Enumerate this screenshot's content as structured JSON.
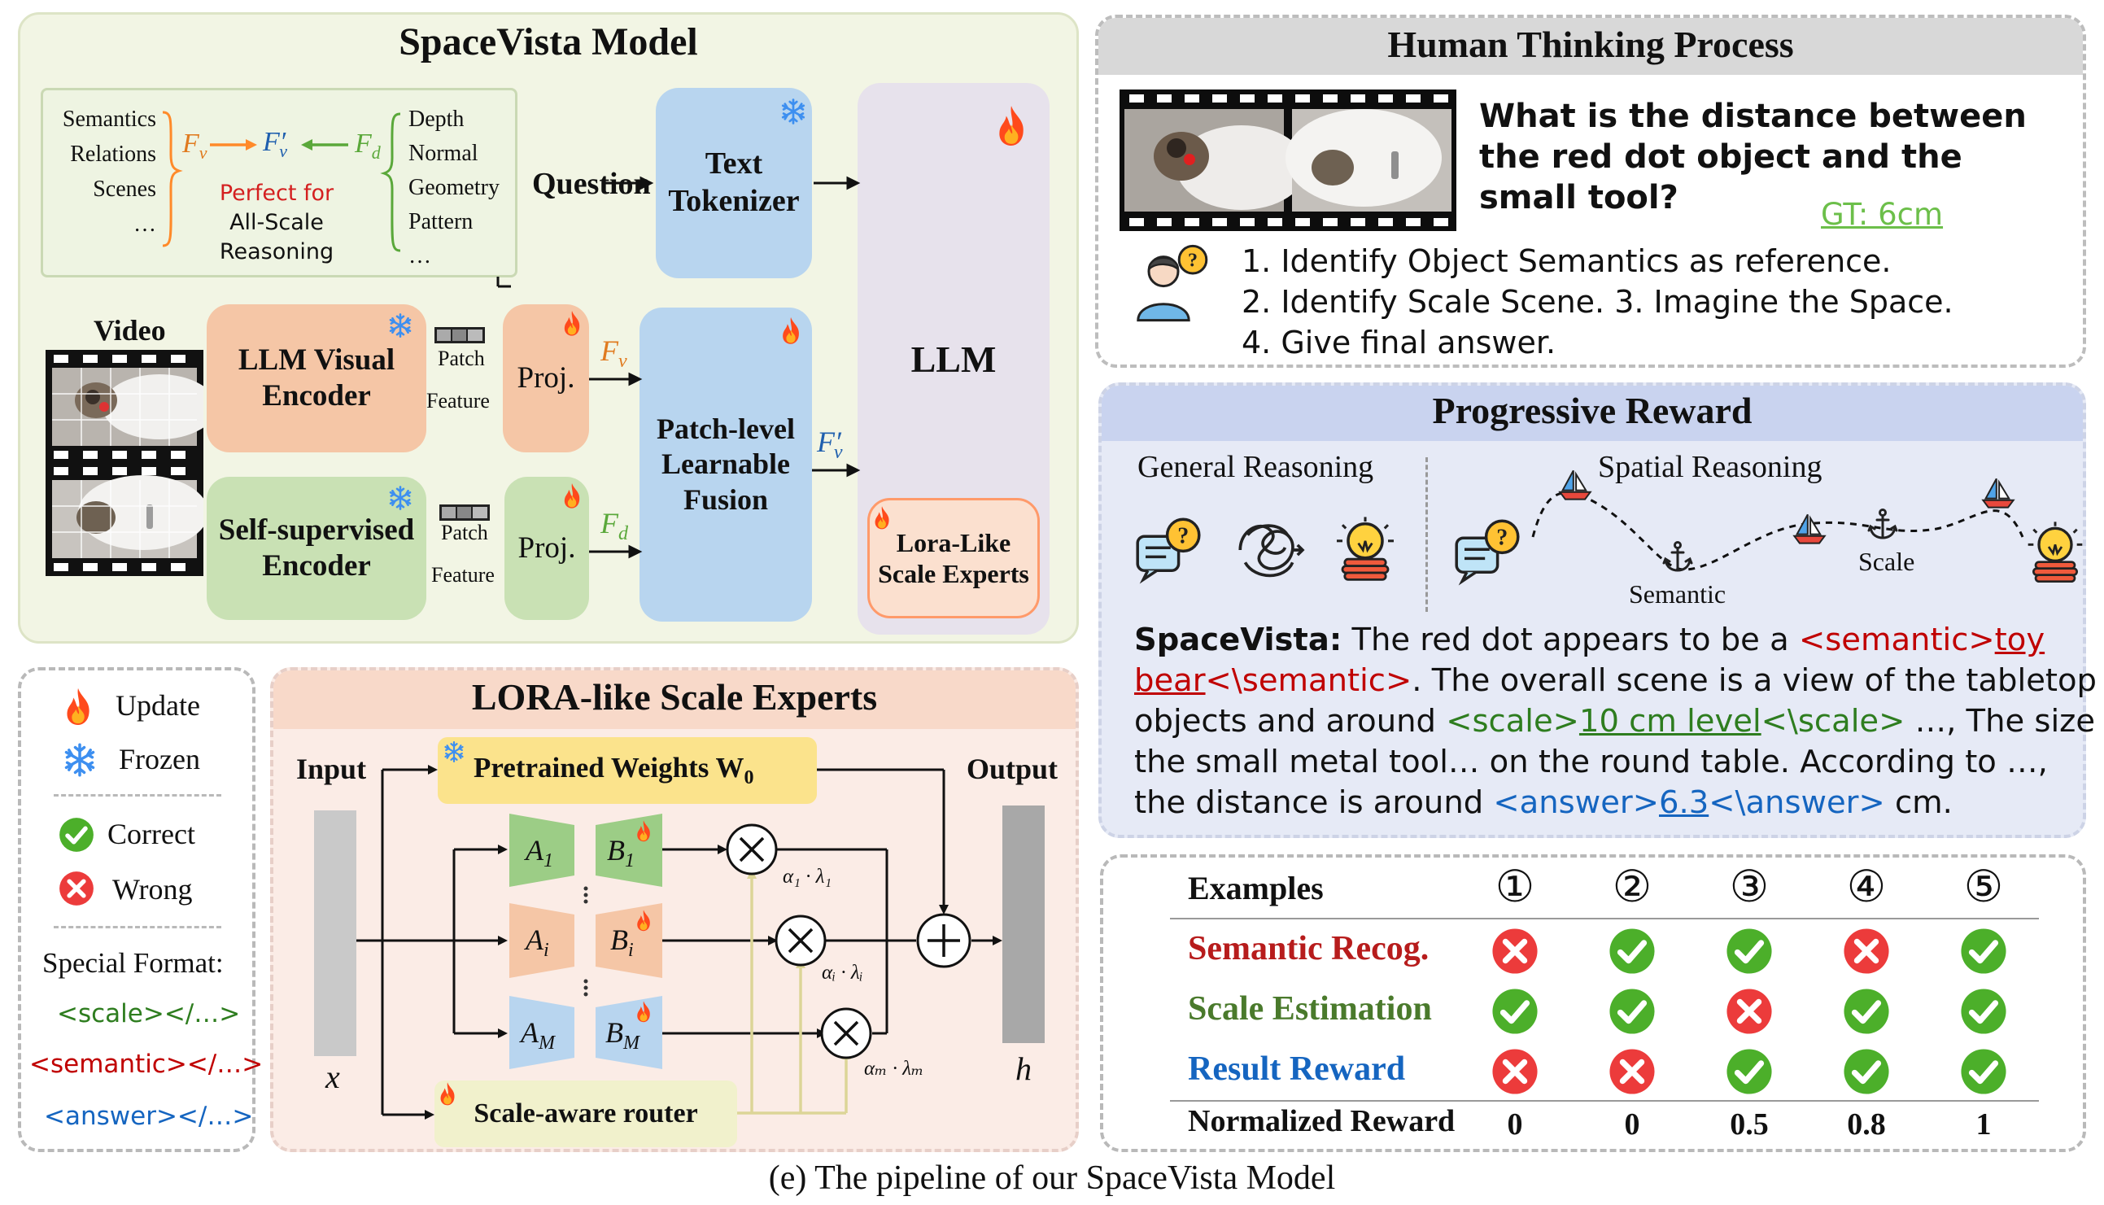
{
  "model_panel": {
    "title": "SpaceVista Model",
    "semantic_labels": [
      "Semantics",
      "Relations",
      "Scenes",
      "…"
    ],
    "depth_labels": [
      "Depth",
      "Normal",
      "Geometry",
      "Pattern",
      "…"
    ],
    "fv": "F",
    "fv_sub": "v",
    "fvp_sub": "v",
    "fd_sub": "d",
    "perfect_line1": "Perfect for",
    "perfect_line2": "All-Scale",
    "perfect_line3": "Reasoning",
    "question": "Question",
    "text_tokenizer": "Text Tokenizer",
    "video": "Video",
    "llm_visual_encoder": "LLM Visual Encoder",
    "self_supervised_encoder": "Self-supervised Encoder",
    "patch": "Patch",
    "feature": "Feature",
    "proj": "Proj.",
    "fusion": "Patch-level Learnable Fusion",
    "llm": "LLM",
    "lora_experts": "Lora-Like Scale Experts"
  },
  "legend": {
    "update": "Update",
    "frozen": "Frozen",
    "correct": "Correct",
    "wrong": "Wrong",
    "special_format": "Special Format:",
    "scale_tag": "<scale></…>",
    "semantic_tag": "<semantic></…>",
    "answer_tag": "<answer></…>",
    "colors": {
      "scale": "#2e7d1f",
      "semantic": "#c00000",
      "answer": "#1565c0"
    }
  },
  "lora_panel": {
    "title": "LORA-like Scale Experts",
    "input": "Input",
    "output": "Output",
    "x": "x",
    "h": "h",
    "pretrained": "Pretrained Weights W",
    "pretrained_sub": "0",
    "router": "Scale-aware router",
    "a1": "A",
    "a1_sub": "1",
    "b1": "B",
    "b1_sub": "1",
    "ai": "A",
    "ai_sub": "i",
    "bi": "B",
    "bi_sub": "i",
    "am": "A",
    "am_sub": "M",
    "bm": "B",
    "bm_sub": "M",
    "alpha1": "α",
    "alpha1_text": "1 · λ",
    "coef1": "α₁ · λ₁",
    "coefi": "αᵢ · λᵢ",
    "coefm": "αₘ · λₘ"
  },
  "human_panel": {
    "title": "Human Thinking Process",
    "question": [
      "What is the distance between",
      "the red dot object and the",
      "small tool?"
    ],
    "gt": "GT: 6cm",
    "steps": [
      "1. Identify Object Semantics as reference.",
      "2. Identify Scale Scene. 3. Imagine the Space.",
      "4. Give final answer."
    ]
  },
  "reward_panel": {
    "title": "Progressive Reward",
    "general": "General Reasoning",
    "spatial": "Spatial Reasoning",
    "semantic": "Semantic",
    "scale": "Scale",
    "answer_lines": {
      "l1_a": "SpaceVista:",
      "l1_b": " The red dot appears to be a ",
      "l1_c": "<semantic>",
      "l1_d": "toy",
      "l2_a": "bear",
      "l2_b": "<\\semantic>",
      "l2_c": ". The overall scene is a view of the tabletop",
      "l3_a": "objects and around ",
      "l3_b": "<scale>",
      "l3_c": "10 cm level",
      "l3_d": "<\\scale>",
      "l3_e": " …, The size of",
      "l4": "the small metal tool… on the round table. According to …,",
      "l5_a": "the distance is around ",
      "l5_b": "<answer>",
      "l5_c": "6.3",
      "l5_d": "<\\answer>",
      "l5_e": " cm."
    }
  },
  "examples_table": {
    "header": "Examples",
    "columns": [
      "①",
      "②",
      "③",
      "④",
      "⑤"
    ],
    "rows": [
      {
        "label": "Semantic Recog.",
        "color": "#b71c1c",
        "values": [
          "wrong",
          "correct",
          "correct",
          "wrong",
          "correct"
        ]
      },
      {
        "label": "Scale Estimation",
        "color": "#4a7a2c",
        "values": [
          "correct",
          "correct",
          "wrong",
          "correct",
          "correct"
        ]
      },
      {
        "label": "Result Reward",
        "color": "#1565c0",
        "values": [
          "wrong",
          "wrong",
          "correct",
          "correct",
          "correct"
        ]
      }
    ],
    "normalized_label": "Normalized Reward",
    "normalized_values": [
      "0",
      "0",
      "0.5",
      "0.8",
      "1"
    ]
  },
  "caption": "(e) The pipeline of our SpaceVista Model",
  "icons": [
    "flame-icon",
    "snowflake-icon",
    "check-icon",
    "cross-icon",
    "person-icon",
    "chat-icon",
    "bulb-icon",
    "boat-icon",
    "anchor-icon",
    "knot-icon"
  ]
}
